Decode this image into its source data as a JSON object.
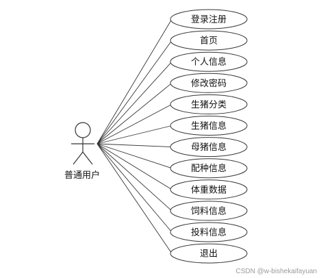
{
  "actor": {
    "label": "普通用户"
  },
  "use_cases": [
    "登录注册",
    "首页",
    "个人信息",
    "修改密码",
    "生猪分类",
    "生猪信息",
    "母猪信息",
    "配种信息",
    "体重数据",
    "饲料信息",
    "投料信息",
    "退出"
  ],
  "watermark": "CSDN @w-bishekaifayuan"
}
